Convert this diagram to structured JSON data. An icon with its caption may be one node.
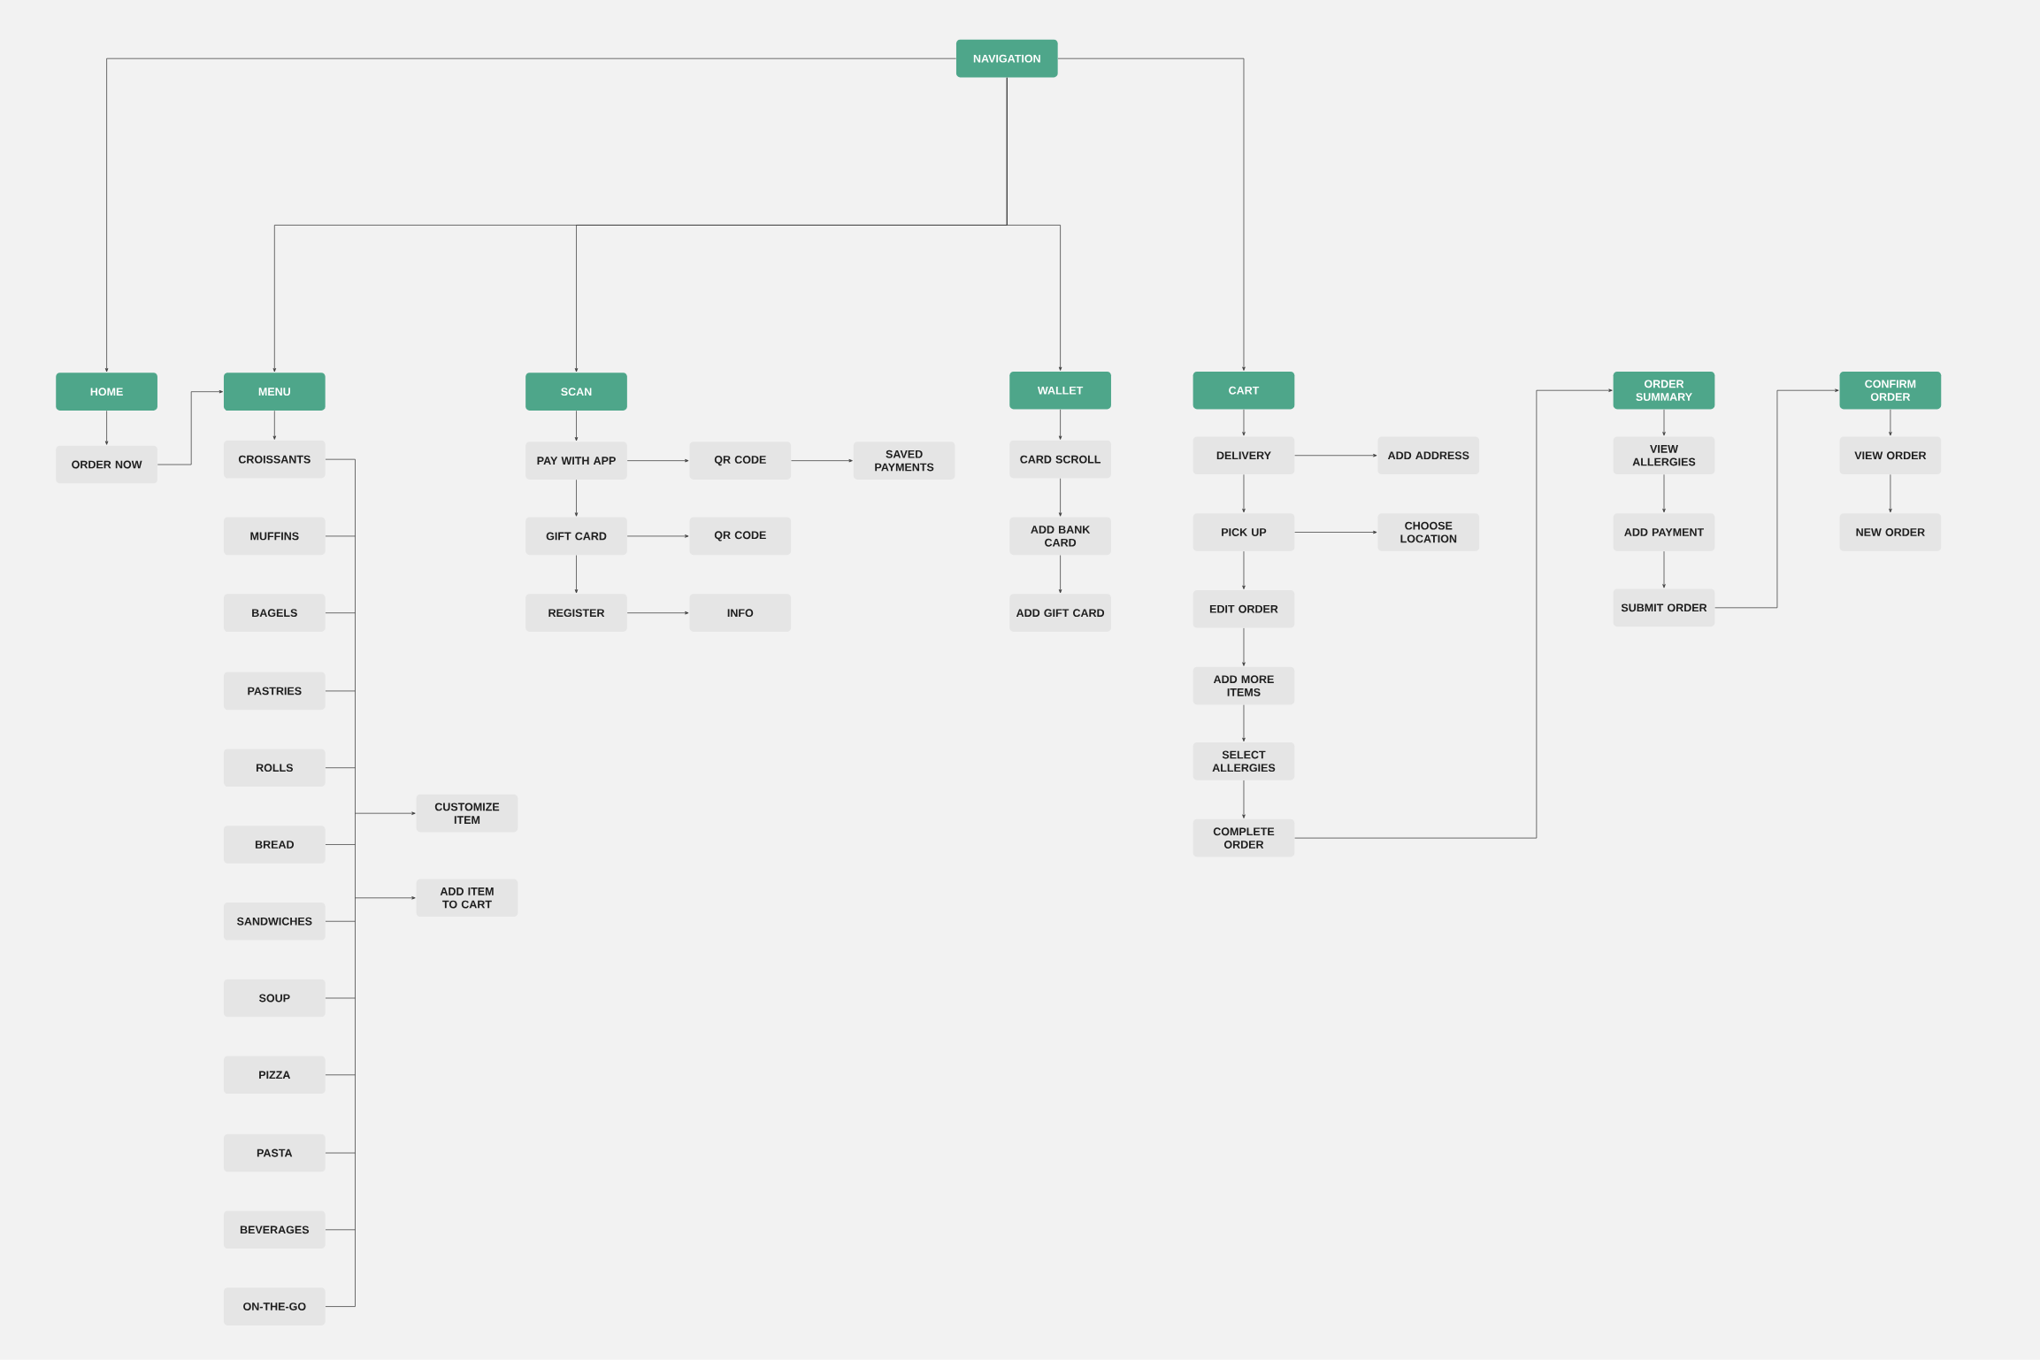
{
  "diagram": {
    "nodes": [
      {
        "text": [
          "NAVIGATION"
        ]
      },
      {
        "text": [
          "HOME"
        ]
      },
      {
        "text": [
          "ORDER NOW"
        ]
      },
      {
        "text": [
          "MENU"
        ]
      },
      {
        "text": [
          "CROISSANTS"
        ]
      },
      {
        "text": [
          "MUFFINS"
        ]
      },
      {
        "text": [
          "BAGELS"
        ]
      },
      {
        "text": [
          "PASTRIES"
        ]
      },
      {
        "text": [
          "ROLLS"
        ]
      },
      {
        "text": [
          "BREAD"
        ]
      },
      {
        "text": [
          "SANDWICHES"
        ]
      },
      {
        "text": [
          "SOUP"
        ]
      },
      {
        "text": [
          "PIZZA"
        ]
      },
      {
        "text": [
          "PASTA"
        ]
      },
      {
        "text": [
          "BEVERAGES"
        ]
      },
      {
        "text": [
          "ON-THE-GO"
        ]
      },
      {
        "text": [
          "CUSTOMIZE ITEM"
        ]
      },
      {
        "text": [
          "ADD ITEM TO CART"
        ]
      },
      {
        "text": [
          "SCAN"
        ]
      },
      {
        "text": [
          "PAY WITH APP"
        ]
      },
      {
        "text": [
          "QR CODE"
        ]
      },
      {
        "text": [
          "SAVED PAYMENTS"
        ]
      },
      {
        "text": [
          "GIFT CARD"
        ]
      },
      {
        "text": [
          "QR CODE"
        ]
      },
      {
        "text": [
          "REGISTER"
        ]
      },
      {
        "text": [
          "INFO"
        ]
      },
      {
        "text": [
          "WALLET"
        ]
      },
      {
        "text": [
          "CARD SCROLL"
        ]
      },
      {
        "text": [
          "ADD BANK CARD"
        ]
      },
      {
        "text": [
          "ADD GIFT CARD"
        ]
      },
      {
        "text": [
          "CART"
        ]
      },
      {
        "text": [
          "DELIVERY"
        ]
      },
      {
        "text": [
          "ADD ADDRESS"
        ]
      },
      {
        "text": [
          "PICK UP"
        ]
      },
      {
        "text": [
          "CHOOSE LOCATION"
        ]
      },
      {
        "text": [
          "EDIT ORDER"
        ]
      },
      {
        "text": [
          "ADD MORE ITEMS"
        ]
      },
      {
        "text": [
          "SELECT ALLERGIES"
        ]
      },
      {
        "text": [
          "COMPLETE ORDER"
        ]
      },
      {
        "text": [
          "ORDER SUMMARY"
        ]
      },
      {
        "text": [
          "VIEW ALLERGIES"
        ]
      },
      {
        "text": [
          "ADD PAYMENT"
        ]
      },
      {
        "text": [
          "SUBMIT ORDER"
        ]
      },
      {
        "text": [
          "CONFIRM ORDER"
        ]
      },
      {
        "text": [
          "VIEW ORDER"
        ]
      },
      {
        "text": [
          "NEW ORDER"
        ]
      }
    ],
    "edges": [
      {
        "from": 0,
        "to": 1,
        "arrow": "to"
      },
      {
        "from": 0,
        "to": 3,
        "arrow": "to"
      },
      {
        "from": 0,
        "to": 18,
        "arrow": "to"
      },
      {
        "from": 0,
        "to": 26,
        "arrow": "to"
      },
      {
        "from": 0,
        "to": 30,
        "arrow": "to"
      },
      {
        "from": 1,
        "to": 2,
        "arrow": "to"
      },
      {
        "from": 2,
        "to": 3,
        "arrow": "to"
      },
      {
        "from": 3,
        "to": 4,
        "arrow": "to"
      },
      {
        "from": 4,
        "to": 16,
        "arrow": "to"
      },
      {
        "from": 5,
        "to": 16,
        "arrow": "to"
      },
      {
        "from": 6,
        "to": 16,
        "arrow": "to"
      },
      {
        "from": 7,
        "to": 16,
        "arrow": "to"
      },
      {
        "from": 8,
        "to": 16,
        "arrow": "to"
      },
      {
        "from": 9,
        "to": 16,
        "arrow": "to"
      },
      {
        "from": 10,
        "to": 16,
        "arrow": "to"
      },
      {
        "from": 11,
        "to": 16,
        "arrow": "to"
      },
      {
        "from": 12,
        "to": 16,
        "arrow": "to"
      },
      {
        "from": 13,
        "to": 16,
        "arrow": "to"
      },
      {
        "from": 14,
        "to": 16,
        "arrow": "to"
      },
      {
        "from": 15,
        "to": 16,
        "arrow": "to"
      },
      {
        "from": 4,
        "to": 17,
        "arrow": "to"
      },
      {
        "from": 5,
        "to": 17,
        "arrow": "to"
      },
      {
        "from": 6,
        "to": 17,
        "arrow": "to"
      },
      {
        "from": 7,
        "to": 17,
        "arrow": "to"
      },
      {
        "from": 8,
        "to": 17,
        "arrow": "to"
      },
      {
        "from": 9,
        "to": 17,
        "arrow": "to"
      },
      {
        "from": 10,
        "to": 17,
        "arrow": "to"
      },
      {
        "from": 11,
        "to": 17,
        "arrow": "to"
      },
      {
        "from": 12,
        "to": 17,
        "arrow": "to"
      },
      {
        "from": 13,
        "to": 17,
        "arrow": "to"
      },
      {
        "from": 14,
        "to": 17,
        "arrow": "to"
      },
      {
        "from": 15,
        "to": 17,
        "arrow": "to"
      },
      {
        "from": 18,
        "to": 19,
        "arrow": "to"
      },
      {
        "from": 19,
        "to": 20,
        "arrow": "to"
      },
      {
        "from": 20,
        "to": 21,
        "arrow": "to"
      },
      {
        "from": 19,
        "to": 22,
        "arrow": "to"
      },
      {
        "from": 22,
        "to": 23,
        "arrow": "to"
      },
      {
        "from": 22,
        "to": 24,
        "arrow": "to"
      },
      {
        "from": 24,
        "to": 25,
        "arrow": "to"
      },
      {
        "from": 26,
        "to": 27,
        "arrow": "to"
      },
      {
        "from": 27,
        "to": 28,
        "arrow": "to"
      },
      {
        "from": 28,
        "to": 29,
        "arrow": "to"
      },
      {
        "from": 30,
        "to": 31,
        "arrow": "to"
      },
      {
        "from": 31,
        "to": 32,
        "arrow": "to"
      },
      {
        "from": 31,
        "to": 33,
        "arrow": "to"
      },
      {
        "from": 33,
        "to": 34,
        "arrow": "to"
      },
      {
        "from": 33,
        "to": 35,
        "arrow": "to"
      },
      {
        "from": 35,
        "to": 36,
        "arrow": "to"
      },
      {
        "from": 36,
        "to": 37,
        "arrow": "to"
      },
      {
        "from": 37,
        "to": 38,
        "arrow": "to"
      },
      {
        "from": 38,
        "to": 39,
        "arrow": "to"
      },
      {
        "from": 39,
        "to": 40,
        "arrow": "to"
      },
      {
        "from": 40,
        "to": 41,
        "arrow": "to"
      },
      {
        "from": 41,
        "to": 42,
        "arrow": "to"
      },
      {
        "from": 42,
        "to": 43,
        "arrow": "to"
      },
      {
        "from": 43,
        "to": 44,
        "arrow": "to"
      },
      {
        "from": 44,
        "to": 45,
        "arrow": "to"
      }
    ]
  }
}
